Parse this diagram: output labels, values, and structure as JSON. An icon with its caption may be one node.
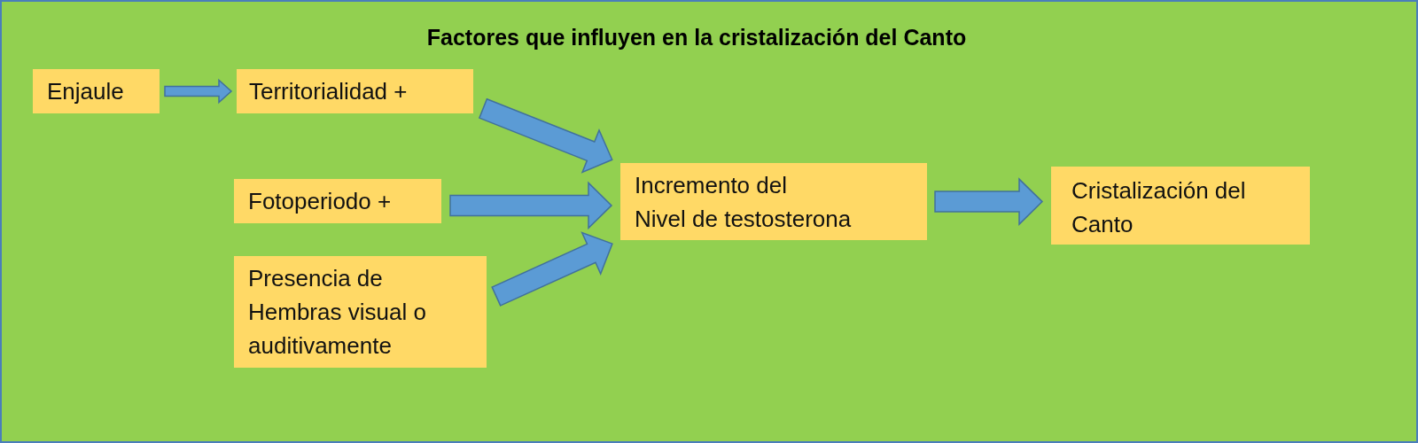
{
  "diagram": {
    "title": "Factores que influyen en la cristalización del Canto",
    "nodes": [
      {
        "text": [
          "Enjaule"
        ]
      },
      {
        "text": [
          "Territorialidad +"
        ]
      },
      {
        "text": [
          "Fotoperiodo +"
        ]
      },
      {
        "text": [
          "Presencia de Hembras visual o auditivamente"
        ]
      },
      {
        "text": [
          "Incremento del Nivel de testosterona"
        ]
      },
      {
        "text": [
          "Cristalización del Canto"
        ]
      }
    ],
    "edges": [
      {
        "from": 0,
        "to": 1,
        "arrow": "to"
      },
      {
        "from": 1,
        "to": 4,
        "arrow": "to"
      },
      {
        "from": 2,
        "to": 4,
        "arrow": "to"
      },
      {
        "from": 3,
        "to": 4,
        "arrow": "to"
      },
      {
        "from": 4,
        "to": 5,
        "arrow": "to"
      }
    ]
  }
}
